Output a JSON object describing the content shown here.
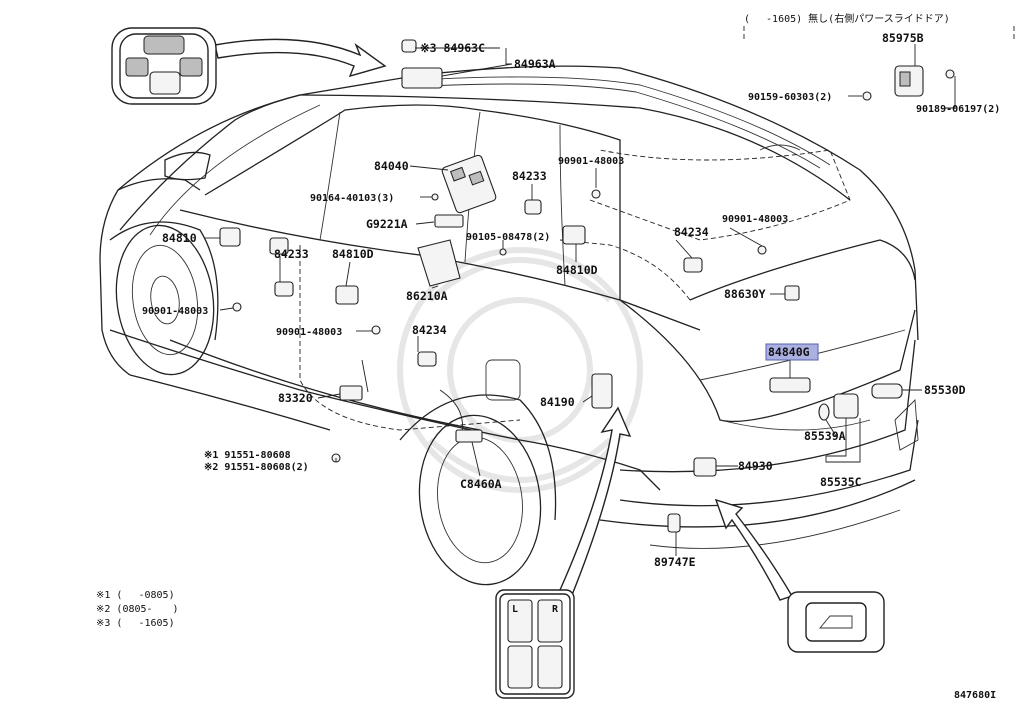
{
  "diagram_code": "847680I",
  "legend_notes": [
    "※1 (　  -0805)",
    "※2 (0805-　　)",
    "※3 (　  -1605)"
  ],
  "right_header": "(　 -1605) 無し(右側パワースライドドア)",
  "highlight_color": "#aab0e0",
  "labels": {
    "p84963C": "※3 84963C",
    "p84963A": "84963A",
    "p85975B": "85975B",
    "p90159_60303": "90159-60303(2)",
    "p90189_06197": "90189-06197(2)",
    "p84040": "84040",
    "p90901_48003_a": "90901-48003",
    "p84233_a": "84233",
    "p90164_40103": "90164-40103(3)",
    "pG9221A": "G9221A",
    "p90105_08478": "90105-08478(2)",
    "p84810": "84810",
    "p84233_b": "84233",
    "p84810D_a": "84810D",
    "p84234_a": "84234",
    "p90901_48003_b": "90901-48003",
    "p84810D_b": "84810D",
    "p86210A": "86210A",
    "p88630Y": "88630Y",
    "p90901_48003_c": "90901-48003",
    "p90901_48003_d": "90901-48003",
    "p84234_b": "84234",
    "p84840G": "84840G",
    "p83320": "83320",
    "p84190": "84190",
    "p85530D": "85530D",
    "p85539A": "85539A",
    "p91551_80608_1": "※1 91551-80608",
    "p91551_80608_2": "※2 91551-80608(2)",
    "pC8460A": "C8460A",
    "p84930": "84930",
    "p85535C": "85535C",
    "p89747E": "89747E"
  },
  "switch_panel": {
    "left_top": "L",
    "right_top": "R"
  }
}
